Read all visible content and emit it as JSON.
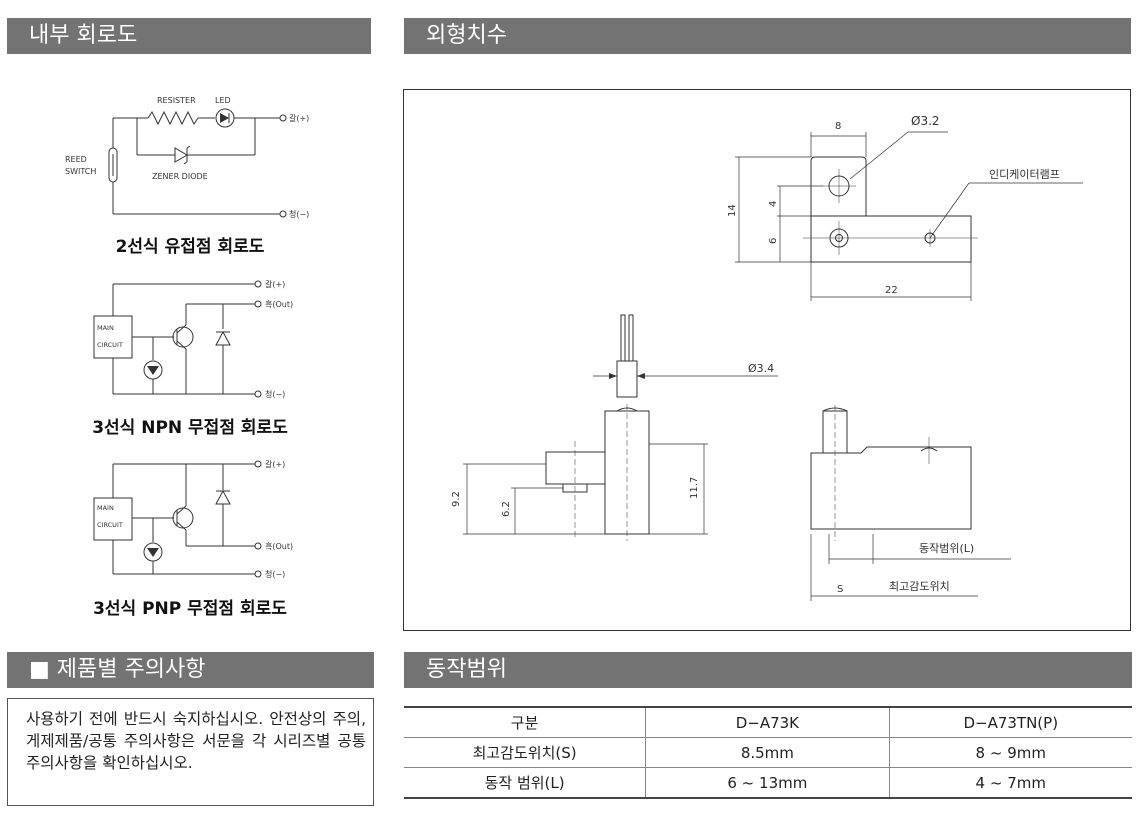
{
  "headers": {
    "internal_circuit": "내부 회로도",
    "dimensions": "외형치수",
    "precautions": "■ 제품별 주의사항",
    "operating_range": "동작범위"
  },
  "circuits": {
    "two_wire": {
      "caption": "2선식 유접점 회로도",
      "resister": "RESISTER",
      "led": "LED",
      "reed": "REED",
      "switch": "SWITCH",
      "zener": "ZENER DIODE",
      "brown": "갈(+)",
      "blue": "청(−)"
    },
    "npn": {
      "caption": "3선식 NPN 무접점 회로도",
      "main": "MAIN",
      "circuit": "CIRCUIT",
      "brown": "갈(+)",
      "black": "흑(Out)",
      "blue": "청(−)"
    },
    "pnp": {
      "caption": "3선식 PNP 무접점 회로도",
      "main": "MAIN",
      "circuit": "CIRCUIT",
      "brown": "갈(+)",
      "black": "흑(Out)",
      "blue": "청(−)"
    }
  },
  "drawing": {
    "dim_8": "8",
    "dim_phi32": "Ø3.2",
    "indicator_lamp": "인디케이터램프",
    "dim_14": "14",
    "dim_4": "4",
    "dim_6": "6",
    "dim_22": "22",
    "dim_phi34": "Ø3.4",
    "dim_92": "9.2",
    "dim_62": "6.2",
    "dim_117": "11.7",
    "operating_range_L": "동작범위(L)",
    "dim_S": "S",
    "max_sensitivity": "최고감도위치"
  },
  "precautions_text": "사용하기 전에 반드시 숙지하십시오. 안전상의 주의, 게제제품/공통 주의사항은 서문을 각 시리즈별 공통 주의사항을 확인하십시오.",
  "table": {
    "headers": [
      "구분",
      "D−A73K",
      "D−A73TN(P)"
    ],
    "rows": [
      [
        "최고감도위치(S)",
        "8.5mm",
        "8 ~ 9mm"
      ],
      [
        "동작 범위(L)",
        "6 ~ 13mm",
        "4 ~ 7mm"
      ]
    ]
  }
}
